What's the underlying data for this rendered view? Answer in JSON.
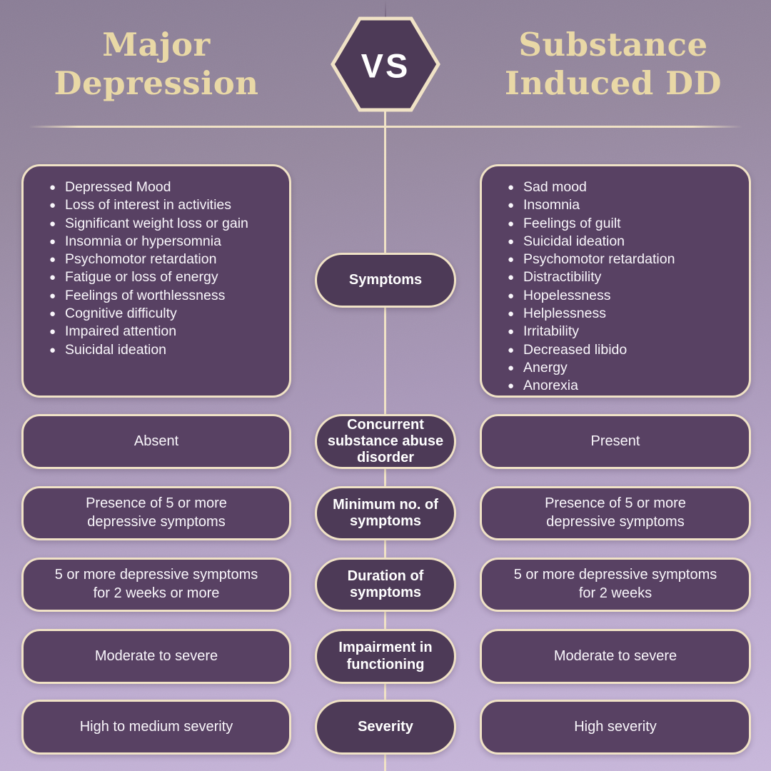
{
  "header": {
    "left_title": "Major Depression",
    "vs_label": "VS",
    "right_title": "Substance Induced DD"
  },
  "left_column": {
    "symptoms": [
      "Depressed Mood",
      "Loss of interest in activities",
      "Significant weight loss or gain",
      "Insomnia or hypersomnia",
      "Psychomotor retardation",
      "Fatigue or loss of energy",
      "Feelings of worthlessness",
      "Cognitive difficulty",
      "Impaired attention",
      "Suicidal ideation"
    ]
  },
  "right_column": {
    "symptoms": [
      "Sad mood",
      "Insomnia",
      "Feelings of guilt",
      "Suicidal ideation",
      "Psychomotor retardation",
      "Distractibility",
      "Hopelessness",
      "Helplessness",
      "Irritability",
      "Decreased libido",
      "Anergy",
      "Anorexia"
    ]
  },
  "rows": [
    {
      "label": "Symptoms"
    },
    {
      "label": "Concurrent substance abuse disorder",
      "left": "Absent",
      "right": "Present"
    },
    {
      "label": "Minimum no. of symptoms",
      "left": "Presence of 5 or more depressive symptoms",
      "right": "Presence of 5 or more depressive symptoms"
    },
    {
      "label": "Duration of symptoms",
      "left": "5 or more depressive symptoms for 2 weeks or more",
      "right": "5 or more depressive symptoms for 2 weeks"
    },
    {
      "label": "Impairment in functioning",
      "left": "Moderate to severe",
      "right": "Moderate to severe"
    },
    {
      "label": "Severity",
      "left": "High to medium severity",
      "right": "High severity"
    }
  ],
  "colors": {
    "background_top": "#8a7d96",
    "background_bottom": "#c9b8dc",
    "panel": "#584163",
    "pill": "#4d3a57",
    "line_border": "#f0e2c6",
    "title_gold": "#e9d8a6",
    "text": "#f9f6fb"
  }
}
